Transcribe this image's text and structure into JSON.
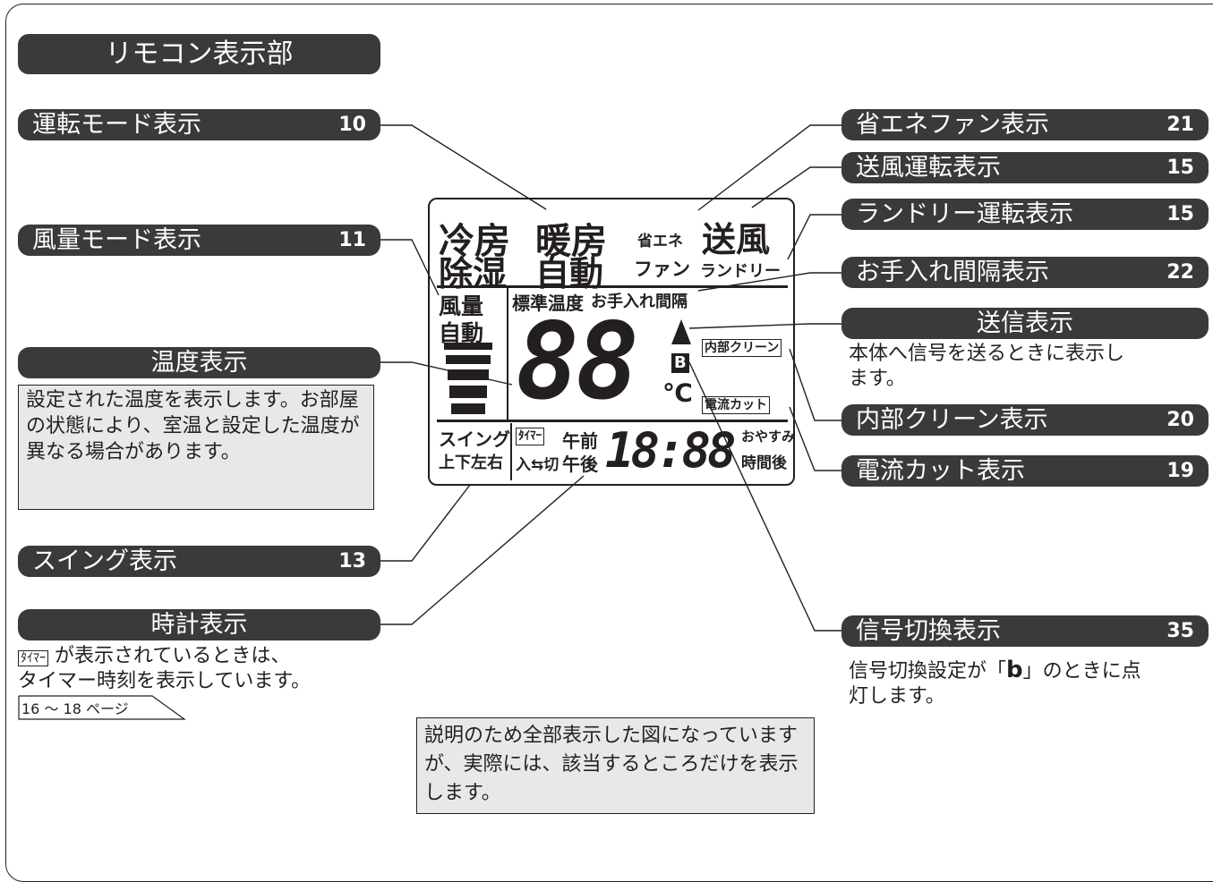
{
  "page": {
    "title": "リモコン表示部",
    "note": "説明のため全部表示した図になっていますが、実際には、該当するところだけを表示します。"
  },
  "callouts": {
    "run_mode": {
      "label": "運転モード表示",
      "page": "10"
    },
    "airflow_mode": {
      "label": "風量モード表示",
      "page": "11"
    },
    "temperature": {
      "label": "温度表示",
      "desc": "設定された温度を表示します。お部屋の状態により、室温と設定した温度が異なる場合があります。"
    },
    "swing": {
      "label": "スイング表示",
      "page": "13"
    },
    "clock": {
      "label": "時計表示",
      "desc_tag": "ﾀｲﾏｰ",
      "desc": "が表示されているときは、\nタイマー時刻を表示しています。",
      "ref": "16 ～ 18 ページ"
    },
    "eco_fan": {
      "label": "省エネファン表示",
      "page": "21"
    },
    "fan_run": {
      "label": "送風運転表示",
      "page": "15"
    },
    "laundry": {
      "label": "ランドリー運転表示",
      "page": "15"
    },
    "cleaning_interval": {
      "label": "お手入れ間隔表示",
      "page": "22"
    },
    "transmit": {
      "label": "送信表示",
      "desc": "本体へ信号を送るときに表示し\nます。"
    },
    "internal_clean": {
      "label": "内部クリーン表示",
      "page": "20"
    },
    "current_cut": {
      "label": "電流カット表示",
      "page": "19"
    },
    "signal_switch": {
      "label": "信号切換表示",
      "page": "35",
      "desc_a": "信号切換設定が「",
      "desc_b": "b",
      "desc_c": "」のときに点\n灯します。"
    }
  },
  "lcd": {
    "cool": "冷房",
    "heat": "暖房",
    "eco": "省エネ",
    "fan": "送風",
    "dehum": "除湿",
    "auto": "自動",
    "fan_sub": "ファン",
    "laundry": "ランドリー",
    "airflow": "風量",
    "airflow_auto": "自動",
    "std_temp": "標準温度",
    "care_interval": "お手入れ間隔",
    "temp_digits": "88",
    "degc": "℃",
    "b_mark": "B",
    "internal_clean": "内部クリーン",
    "current_cut": "電流カット",
    "swing": "スイング",
    "swing_dir": "上下左右",
    "timer": "ﾀｲﾏｰ",
    "on_off": "入⇆切",
    "am": "午前",
    "pm": "午後",
    "clock_digits": "18:88",
    "sleep": "おやすみ",
    "after_hours": "時間後"
  }
}
